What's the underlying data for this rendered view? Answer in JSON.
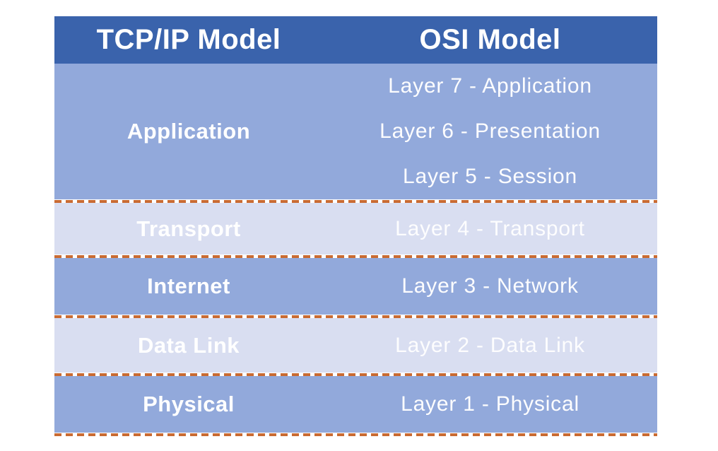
{
  "title": "TCP/IP Model vs OSI Model comparison table",
  "colors": {
    "page_bg": "#ffffff",
    "header_bg": "#3a63ac",
    "row_medium": "#92a9db",
    "row_light": "#d9def1",
    "dash_orange": "#c96b33",
    "text": "#ffffff"
  },
  "table": {
    "headers": [
      {
        "label": "TCP/IP Model"
      },
      {
        "label": "OSI Model"
      }
    ],
    "rows": [
      {
        "tcpip": "Application",
        "shade": "medium",
        "osi": [
          "Layer 7 - Application",
          "Layer 6 - Presentation",
          "Layer 5 - Session"
        ]
      },
      {
        "tcpip": "Transport",
        "shade": "light",
        "osi": [
          "Layer 4 - Transport"
        ]
      },
      {
        "tcpip": "Internet",
        "shade": "medium",
        "osi": [
          "Layer 3 - Network"
        ]
      },
      {
        "tcpip": "Data Link",
        "shade": "light",
        "osi": [
          "Layer 2 - Data Link"
        ]
      },
      {
        "tcpip": "Physical",
        "shade": "medium",
        "osi": [
          "Layer 1 - Physical"
        ]
      }
    ]
  }
}
